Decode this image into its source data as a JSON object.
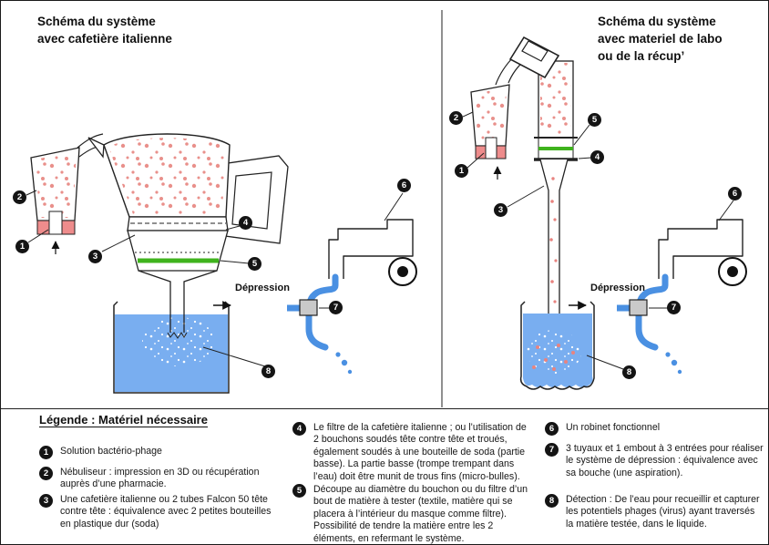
{
  "left_diagram": {
    "title": "Schéma du système\navec cafetière italienne",
    "depression_label": "Dépression"
  },
  "right_diagram": {
    "title": "Schéma du système\navec materiel de labo\nou de la récup’",
    "depression_label": "Dépression"
  },
  "legend": {
    "title": "Légende : Matériel nécessaire",
    "items": [
      {
        "num": "1",
        "text": "Solution bactério-phage"
      },
      {
        "num": "2",
        "text": "Nébuliseur : impression en 3D ou récupération auprès d’une pharmacie."
      },
      {
        "num": "3",
        "text": "Une cafetière italienne ou 2 tubes Falcon 50 tête contre tête : équivalence avec 2 petites bouteilles en plastique dur (soda)"
      },
      {
        "num": "4",
        "text": "Le filtre de la cafetière italienne ; ou l’utilisation de 2 bouchons soudés tête contre tête et troués, également soudés à une bouteille de soda (partie basse). La partie basse (trompe trempant dans l’eau) doit être munit de trous fins (micro-bulles)."
      },
      {
        "num": "5",
        "text": "Découpe au diamètre du bouchon ou du filtre d’un bout de matière à tester (textile, matière qui se placera à l’intérieur du masque comme filtre). Possibilité de tendre la matière entre les 2 éléments, en refermant le système."
      },
      {
        "num": "6",
        "text": "Un robinet fonctionnel"
      },
      {
        "num": "7",
        "text": "3 tuyaux et 1 embout à 3 entrées pour réaliser le système de dépression : équivalence avec sa bouche (une aspiration)."
      },
      {
        "num": "8",
        "text": "Détection : De l’eau pour recueillir et capturer les potentiels phages (virus) ayant traversés la matière testée, dans le liquide."
      }
    ]
  },
  "colors": {
    "water_blue": "#79aef0",
    "phage_red": "#e8837f",
    "filter_green": "#3fb31d",
    "pipe_blue": "#4a90e2",
    "nebulizer_red": "#ee8c8c",
    "badge_black": "#141414"
  }
}
